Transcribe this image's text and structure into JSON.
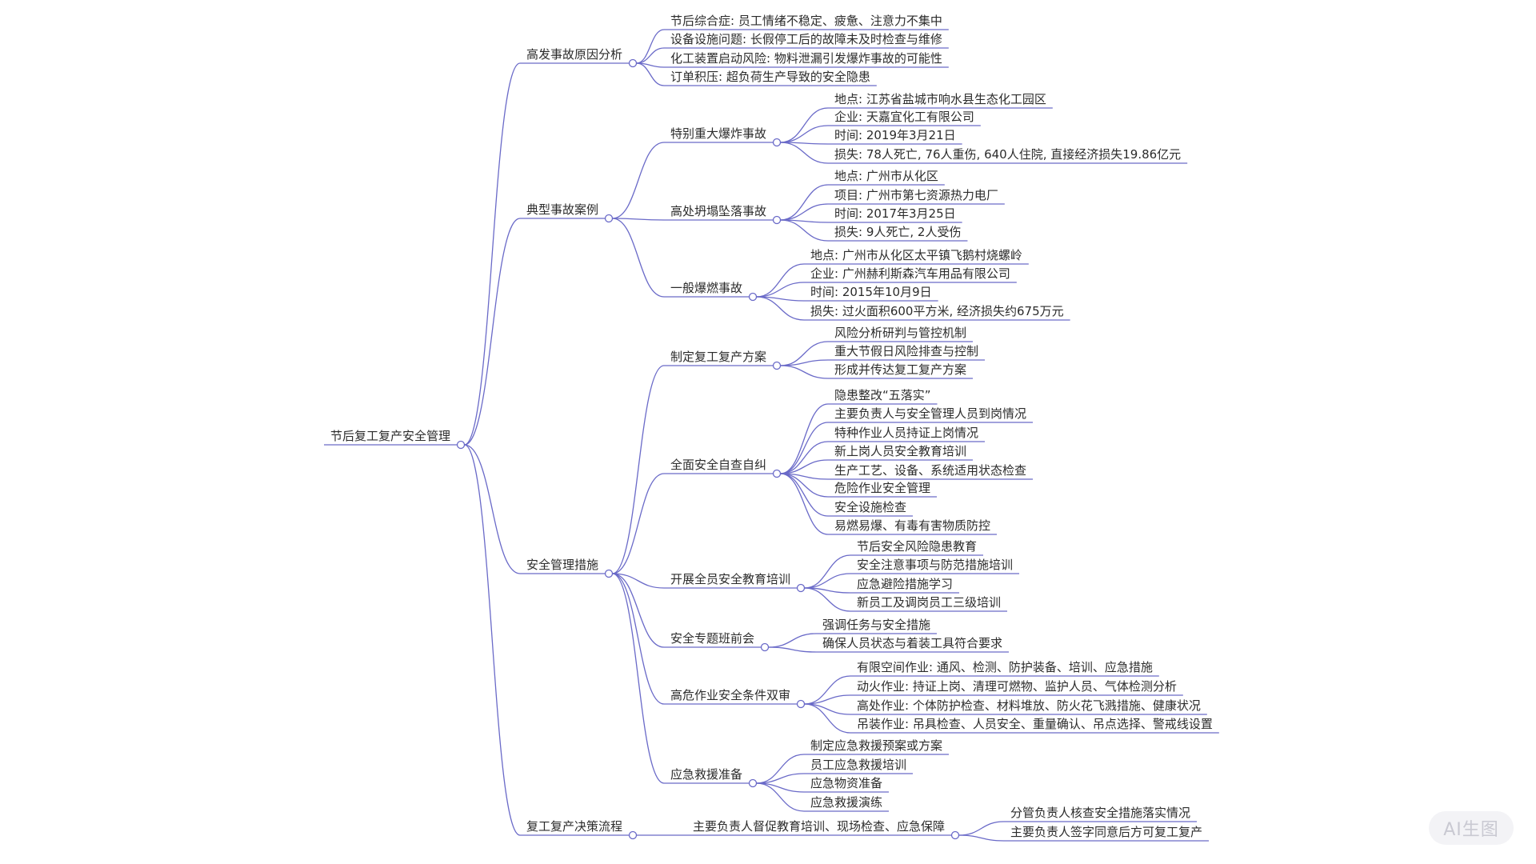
{
  "root": "节后复工复产安全管理",
  "branches": [
    {
      "label": "高发事故原因分析",
      "children": [
        {
          "label": "节后综合症: 员工情绪不稳定、疲惫、注意力不集中"
        },
        {
          "label": "设备设施问题: 长假停工后的故障未及时检查与维修"
        },
        {
          "label": "化工装置启动风险: 物料泄漏引发爆炸事故的可能性"
        },
        {
          "label": "订单积压: 超负荷生产导致的安全隐患"
        }
      ]
    },
    {
      "label": "典型事故案例",
      "children": [
        {
          "label": "特别重大爆炸事故",
          "children": [
            {
              "label": "地点: 江苏省盐城市响水县生态化工园区"
            },
            {
              "label": "企业: 天嘉宜化工有限公司"
            },
            {
              "label": "时间: 2019年3月21日"
            },
            {
              "label": "损失: 78人死亡, 76人重伤, 640人住院, 直接经济损失19.86亿元"
            }
          ]
        },
        {
          "label": "高处坍塌坠落事故",
          "children": [
            {
              "label": "地点: 广州市从化区"
            },
            {
              "label": "项目: 广州市第七资源热力电厂"
            },
            {
              "label": "时间: 2017年3月25日"
            },
            {
              "label": "损失: 9人死亡, 2人受伤"
            }
          ]
        },
        {
          "label": "一般爆燃事故",
          "children": [
            {
              "label": "地点: 广州市从化区太平镇飞鹅村烧螺岭"
            },
            {
              "label": "企业: 广州赫利斯森汽车用品有限公司"
            },
            {
              "label": "时间: 2015年10月9日"
            },
            {
              "label": "损失: 过火面积600平方米, 经济损失约675万元"
            }
          ]
        }
      ]
    },
    {
      "label": "安全管理措施",
      "children": [
        {
          "label": "制定复工复产方案",
          "children": [
            {
              "label": "风险分析研判与管控机制"
            },
            {
              "label": "重大节假日风险排查与控制"
            },
            {
              "label": "形成并传达复工复产方案"
            }
          ]
        },
        {
          "label": "全面安全自查自纠",
          "children": [
            {
              "label": "隐患整改“五落实”"
            },
            {
              "label": "主要负责人与安全管理人员到岗情况"
            },
            {
              "label": "特种作业人员持证上岗情况"
            },
            {
              "label": "新上岗人员安全教育培训"
            },
            {
              "label": "生产工艺、设备、系统适用状态检查"
            },
            {
              "label": "危险作业安全管理"
            },
            {
              "label": "安全设施检查"
            },
            {
              "label": "易燃易爆、有毒有害物质防控"
            }
          ]
        },
        {
          "label": "开展全员安全教育培训",
          "children": [
            {
              "label": "节后安全风险隐患教育"
            },
            {
              "label": "安全注意事项与防范措施培训"
            },
            {
              "label": "应急避险措施学习"
            },
            {
              "label": "新员工及调岗员工三级培训"
            }
          ]
        },
        {
          "label": "安全专题班前会",
          "children": [
            {
              "label": "强调任务与安全措施"
            },
            {
              "label": "确保人员状态与着装工具符合要求"
            }
          ]
        },
        {
          "label": "高危作业安全条件双审",
          "children": [
            {
              "label": "有限空间作业: 通风、检测、防护装备、培训、应急措施"
            },
            {
              "label": "动火作业: 持证上岗、清理可燃物、监护人员、气体检测分析"
            },
            {
              "label": "高处作业: 个体防护检查、材料堆放、防火花飞溅措施、健康状况"
            },
            {
              "label": "吊装作业: 吊具检查、人员安全、重量确认、吊点选择、警戒线设置"
            }
          ]
        },
        {
          "label": "应急救援准备",
          "children": [
            {
              "label": "制定应急救援预案或方案"
            },
            {
              "label": "员工应急救援培训"
            },
            {
              "label": "应急物资准备"
            },
            {
              "label": "应急救援演练"
            }
          ]
        }
      ]
    },
    {
      "label": "复工复产决策流程",
      "children": [
        {
          "label": "主要负责人督促教育培训、现场检查、应急保障",
          "children": [
            {
              "label": "分管负责人核查安全措施落实情况"
            },
            {
              "label": "主要负责人签字同意后方可复工复产"
            }
          ]
        }
      ]
    }
  ],
  "watermark": "AI生图"
}
